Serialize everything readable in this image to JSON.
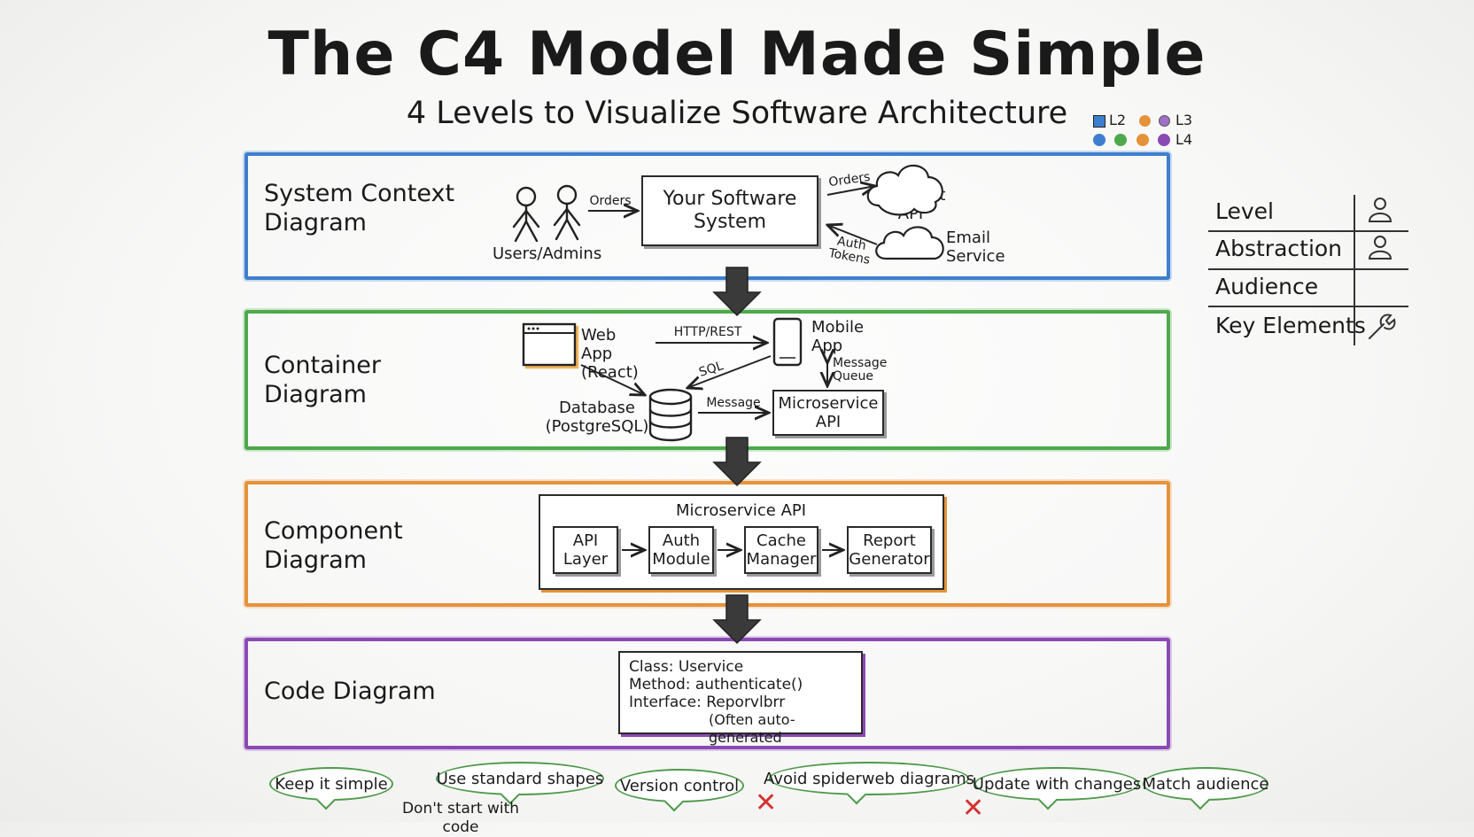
{
  "title": "The C4 Model Made Simple",
  "subtitle": "4 Levels to Visualize Software Architecture",
  "legend": {
    "row1": [
      "L2",
      "L3"
    ],
    "row2": [
      "L4"
    ],
    "colors": {
      "blue": "#3d7fce",
      "green": "#4da94b",
      "orange": "#e5923b",
      "purple": "#8a4ab4"
    }
  },
  "levels": {
    "context": {
      "name": "System Context\nDiagram",
      "users_label": "Users/Admins",
      "system": "Your Software\nSystem",
      "orders_left": "Orders",
      "orders_right": "Orders",
      "payment": "Payment\nAPI",
      "auth_tokens": "Auth\nTokens",
      "email": "Email\nService"
    },
    "container": {
      "name": "Container\nDiagram",
      "web_app": "Web App\n(React)",
      "http_rest": "HTTP/REST",
      "mobile_app": "Mobile\nApp",
      "message_queue": "Message\nQueue",
      "sql": "SQL",
      "database": "Database\n(PostgreSQL)",
      "message": "Message",
      "microservice": "Microservice\nAPI"
    },
    "component": {
      "name": "Component\nDiagram",
      "group": "Microservice API",
      "components": [
        "API\nLayer",
        "Auth\nModule",
        "Cache\nManager",
        "Report\nGenerator"
      ]
    },
    "code": {
      "name": "Code Diagram",
      "lines": [
        "Class: Uservice",
        "Method: authenticate()",
        "Interface: Reporvlbrr",
        "(Often auto-generated"
      ]
    }
  },
  "side_table": {
    "rows": [
      "Level",
      "Abstraction",
      "Audience",
      "Key Elements"
    ]
  },
  "tips": {
    "keep_simple": "Keep it simple",
    "standard_shapes": "Use standard shapes",
    "version_control": "Version control",
    "avoid_spiderweb": "Avoid spiderweb diagrams",
    "update_changes": "Update with changes",
    "match_audience": "Match audience",
    "dont_start": "Don't start with code"
  }
}
